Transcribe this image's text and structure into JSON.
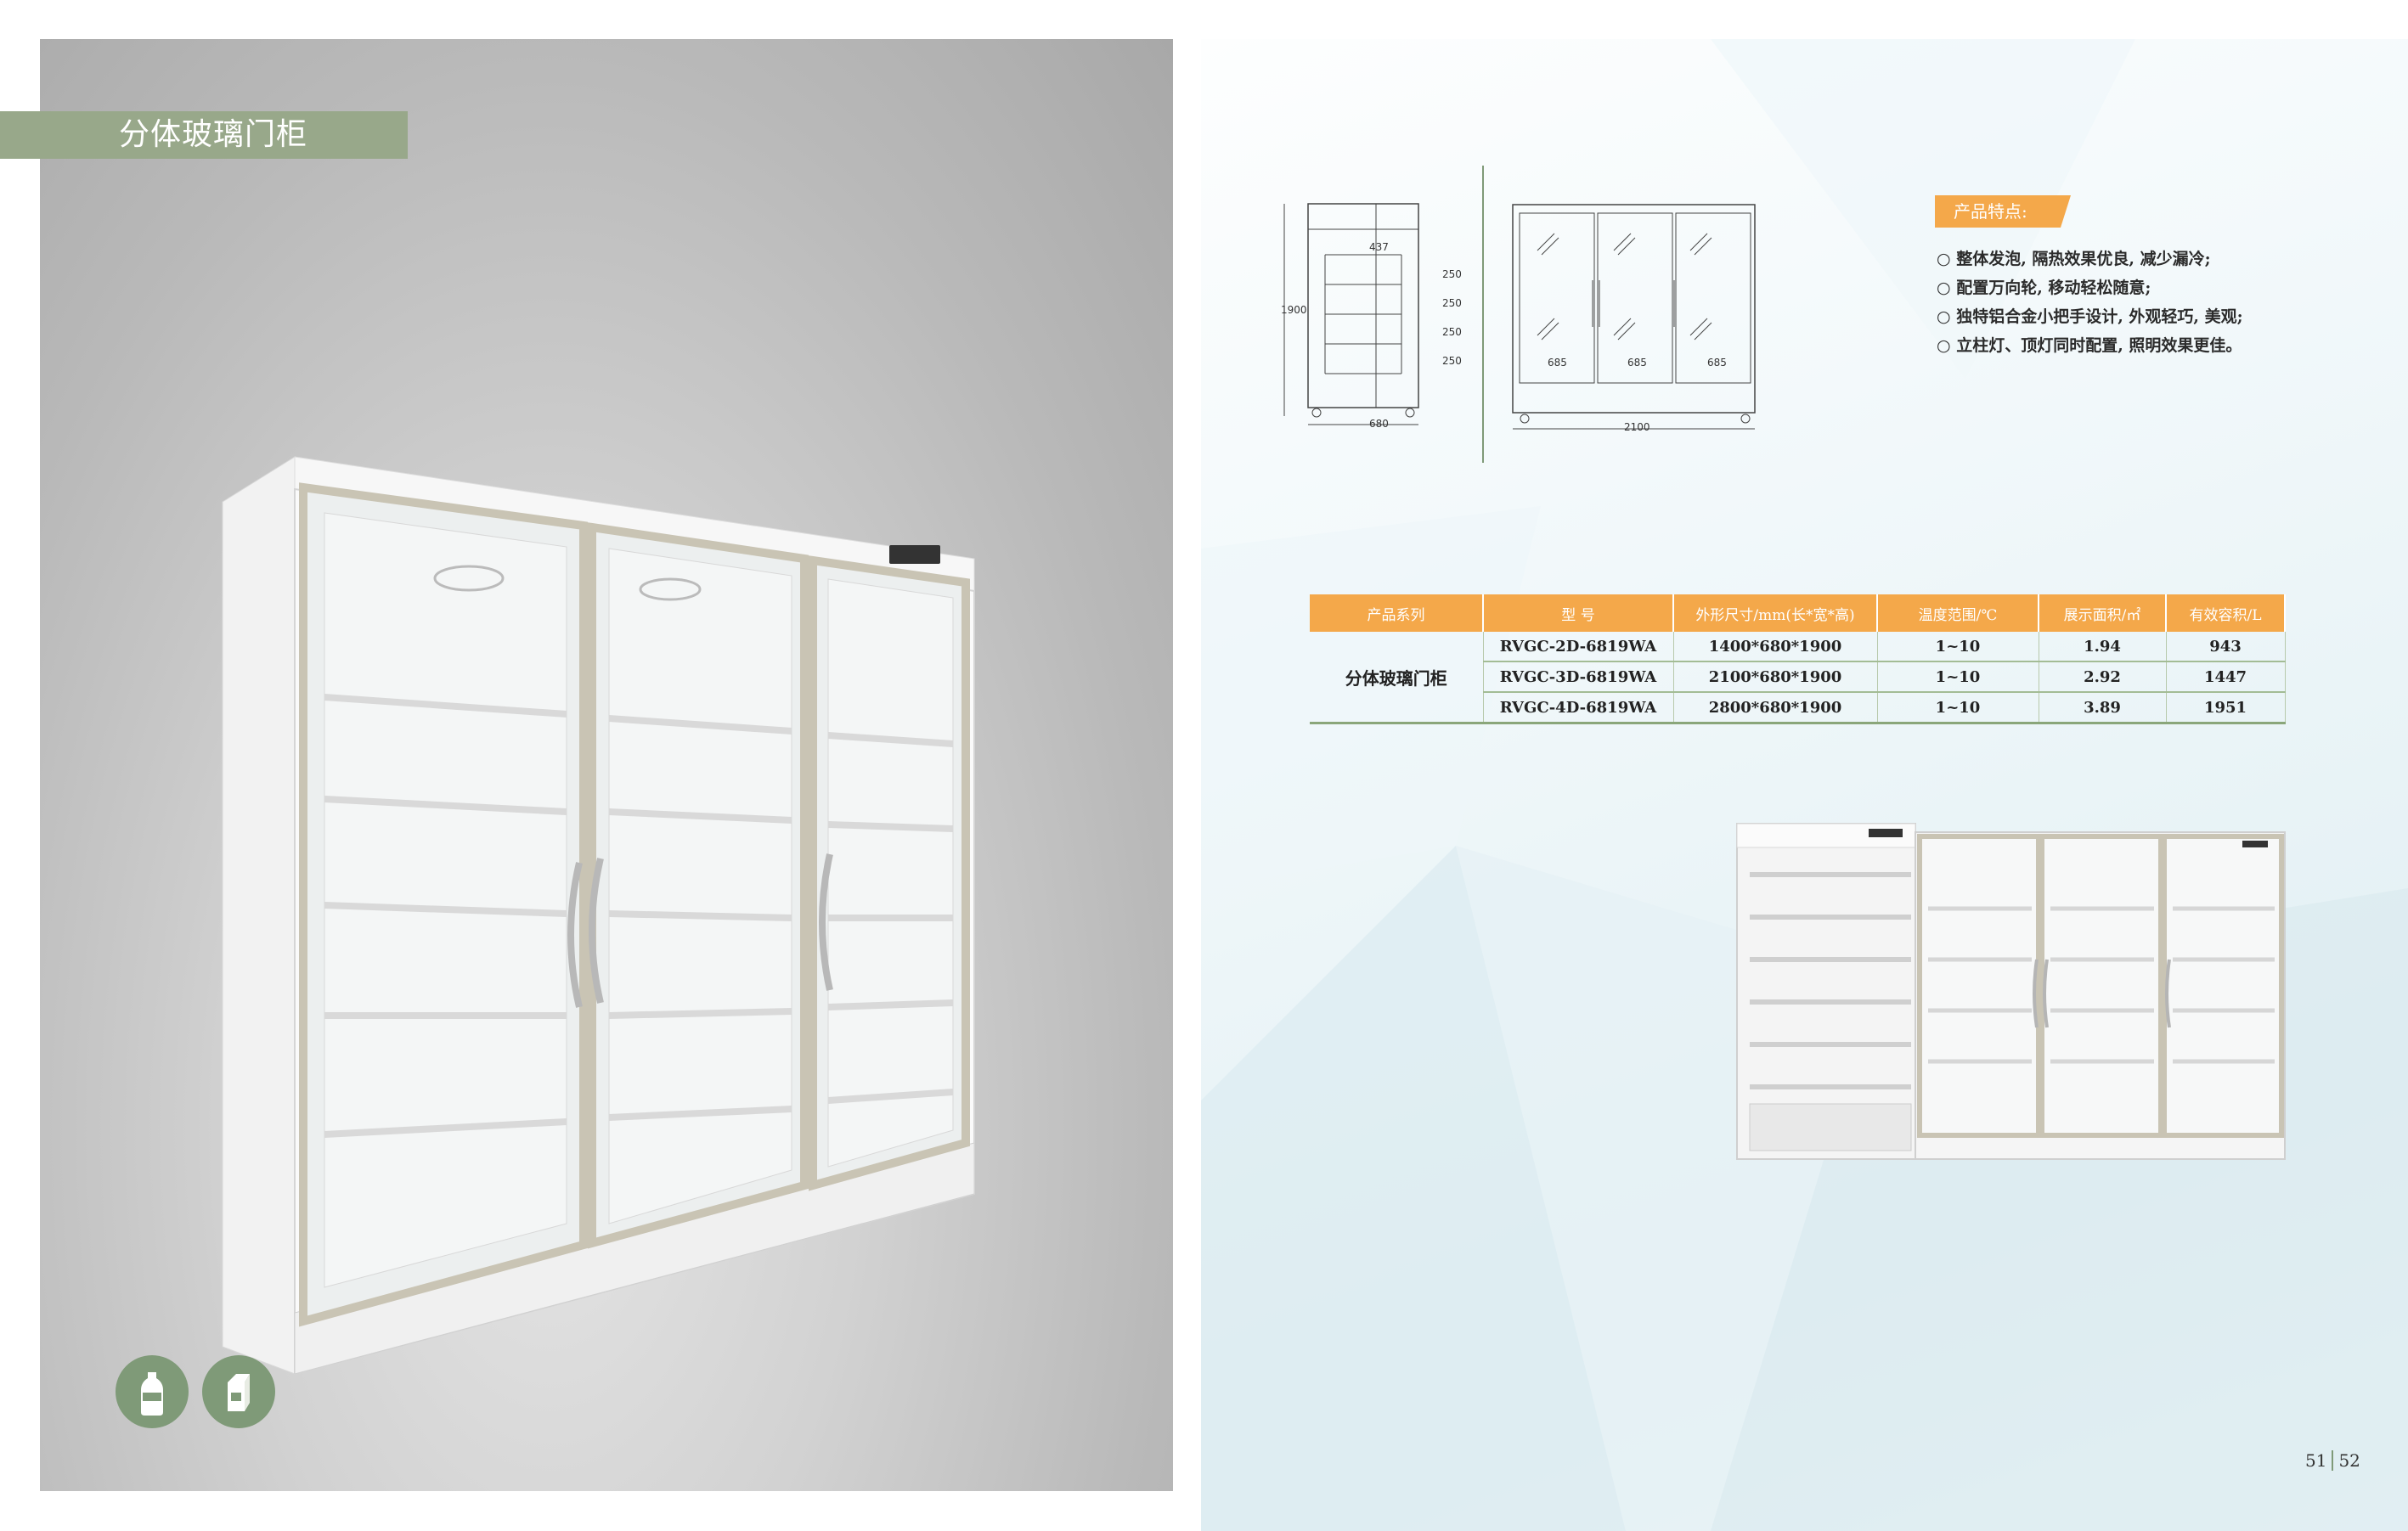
{
  "page": {
    "title": "分体玻璃门柜",
    "page_numbers": [
      "51",
      "52"
    ]
  },
  "features": {
    "heading": "产品特点:",
    "items": [
      "整体发泡, 隔热效果优良, 减少漏冷;",
      "配置万向轮, 移动轻松随意;",
      "独特铝合金小把手设计, 外观轻巧, 美观;",
      "立柱灯、顶灯同时配置, 照明效果更佳。"
    ]
  },
  "drawing": {
    "side": {
      "height": "1900",
      "depth": "680",
      "top": "437",
      "shelves": [
        "250",
        "250",
        "250",
        "250"
      ]
    },
    "front": {
      "width": "2100",
      "doors": [
        "685",
        "685",
        "685"
      ]
    }
  },
  "table": {
    "headers": [
      "产品系列",
      "型 号",
      "外形尺寸/mm(长*宽*高)",
      "温度范围/℃",
      "展示面积/㎡",
      "有效容积/L"
    ],
    "series": "分体玻璃门柜",
    "rows": [
      [
        "RVGC-2D-6819WA",
        "1400*680*1900",
        "1~10",
        "1.94",
        "943"
      ],
      [
        "RVGC-3D-6819WA",
        "2100*680*1900",
        "1~10",
        "2.92",
        "1447"
      ],
      [
        "RVGC-4D-6819WA",
        "2800*680*1900",
        "1~10",
        "3.89",
        "1951"
      ]
    ]
  },
  "icons": [
    "bottle-icon",
    "carton-icon"
  ],
  "colors": {
    "banner": "#98a88a",
    "accent_orange": "#f4a84a",
    "icon_circle": "#7f9a78",
    "rule_green": "#8aa67a"
  }
}
